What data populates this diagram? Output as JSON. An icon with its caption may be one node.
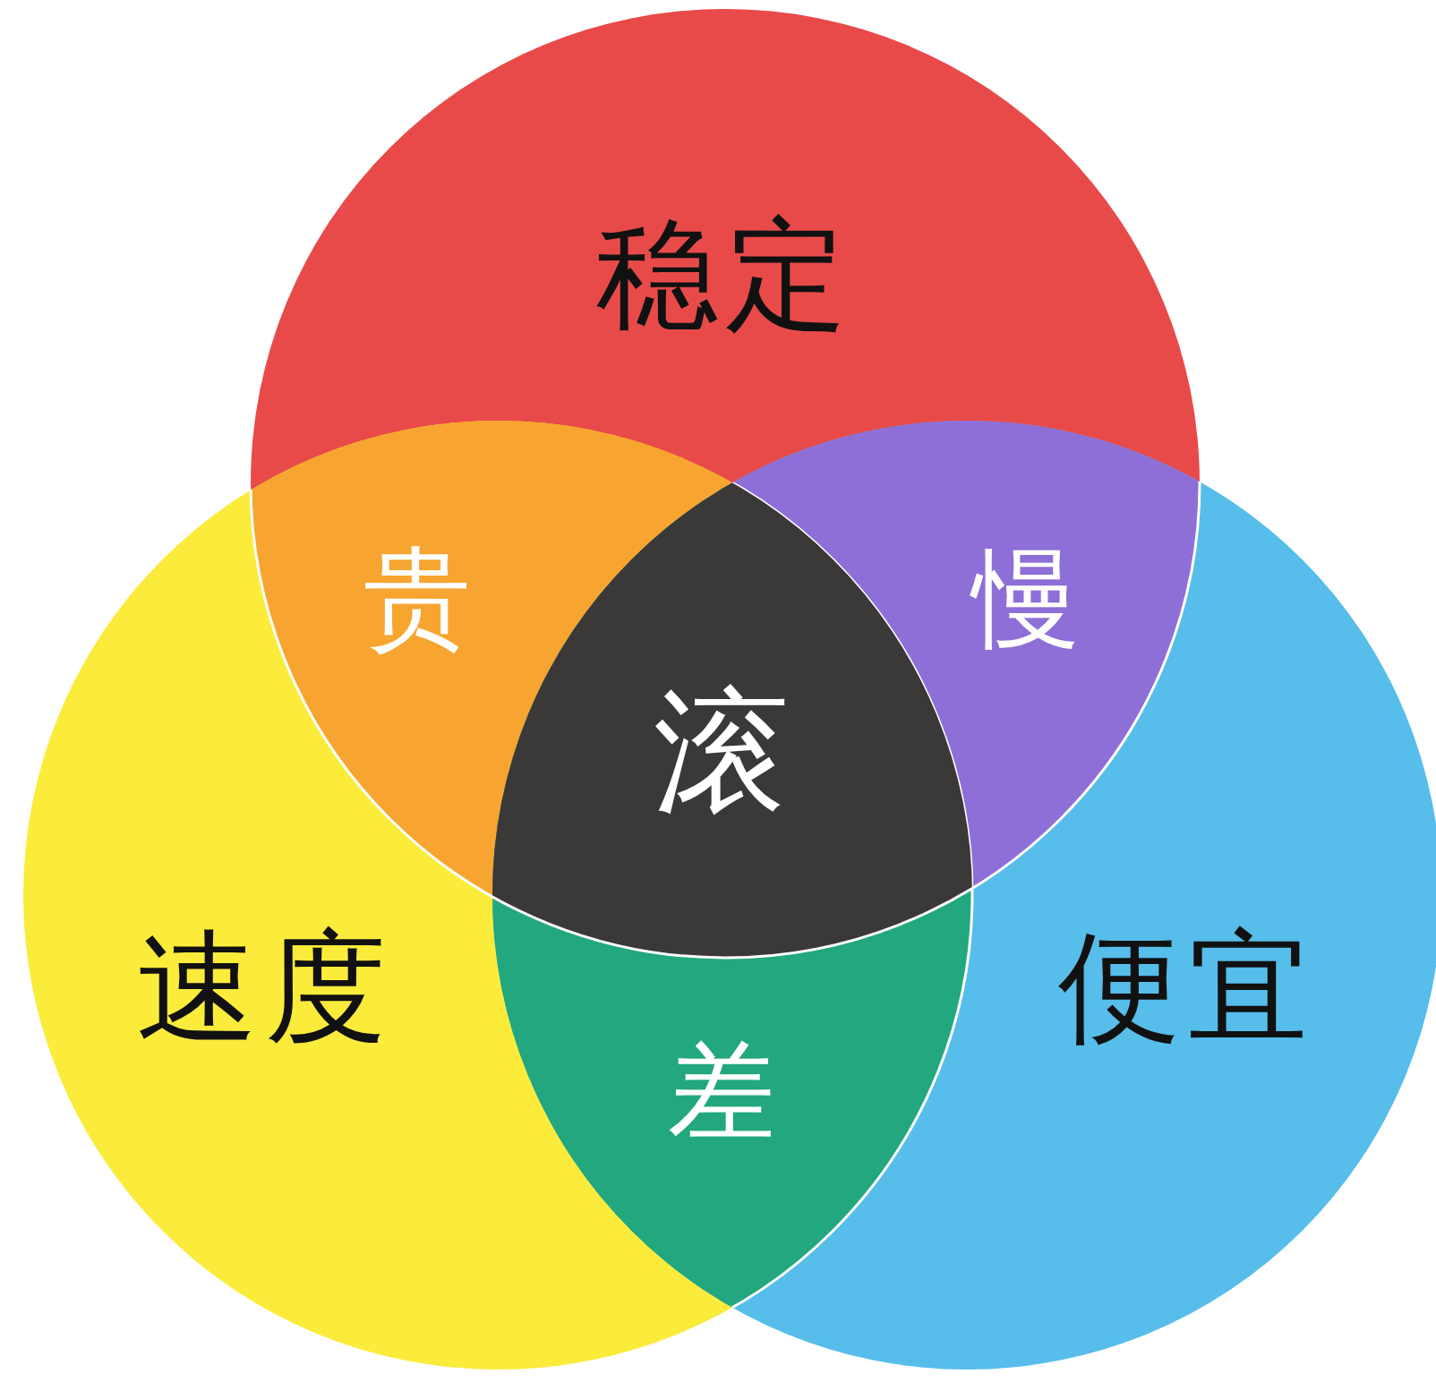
{
  "diagram": {
    "nodes": [
      {
        "text": [
          "稳定"
        ]
      },
      {
        "text": [
          "速度"
        ]
      },
      {
        "text": [
          "便宜"
        ]
      },
      {
        "text": [
          "贵"
        ]
      },
      {
        "text": [
          "慢"
        ]
      },
      {
        "text": [
          "滚"
        ]
      },
      {
        "text": [
          "差"
        ]
      }
    ]
  }
}
